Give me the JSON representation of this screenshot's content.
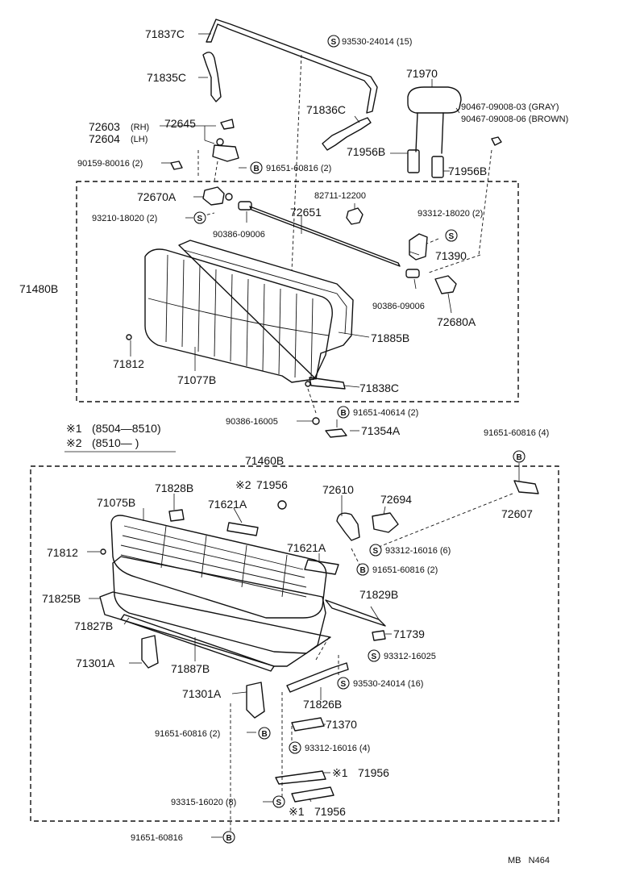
{
  "parts": {
    "p71837C": "71837C",
    "p93530_24014_15": "93530-24014 (15)",
    "p71835C": "71835C",
    "p71970": "71970",
    "p71836C": "71836C",
    "p90467_gray": "90467-09008-03 (GRAY)",
    "p90467_brown": "90467-09008-06 (BROWN)",
    "p72603": "72603",
    "p72603_rh": "(RH)",
    "p72645": "72645",
    "p72604": "72604",
    "p72604_lh": "(LH)",
    "p71956B_a": "71956B",
    "p90159": "90159-80016 (2)",
    "p91651_60816_2a": "91651-60816 (2)",
    "p71956B_b": "71956B",
    "p72670A": "72670A",
    "p82711": "82711-12200",
    "p72651": "72651",
    "p93210": "93210-18020 (2)",
    "p93312_18020": "93312-18020 (2)",
    "p90386_09006a": "90386-09006",
    "p71390": "71390",
    "p71480B": "71480B",
    "p90386_09006b": "90386-09006",
    "p72680A": "72680A",
    "p71885B": "71885B",
    "p71812a": "71812",
    "p71077B": "71077B",
    "p71838C": "71838C",
    "p91651_40614": "91651-40614 (2)",
    "p90386_16005": "90386-16005",
    "p71354A": "71354A",
    "p91651_60816_4": "91651-60816 (4)",
    "p71460B": "71460B",
    "p72607": "72607",
    "p71075B": "71075B",
    "p71828B": "71828B",
    "p71956_x2": "71956",
    "p72610": "72610",
    "p71621A_a": "71621A",
    "p72694": "72694",
    "p71812b": "71812",
    "p71621A_b": "71621A",
    "p93312_16016_6": "93312-16016 (6)",
    "p91651_60816_2b": "91651-60816 (2)",
    "p71825B": "71825B",
    "p71829B": "71829B",
    "p71827B": "71827B",
    "p71739": "71739",
    "p93312_16025": "93312-16025",
    "p71301A_a": "71301A",
    "p71887B": "71887B",
    "p93530_24014_16": "93530-24014 (16)",
    "p71301A_b": "71301A",
    "p71826B": "71826B",
    "p71370": "71370",
    "p91651_60816_2c": "91651-60816 (2)",
    "p93312_16016_4": "93312-16016 (4)",
    "p71956_x1a": "71956",
    "p93315": "93315-16020 (8)",
    "p71956_x1b": "71956",
    "p91651_60816": "91651-60816"
  },
  "legend": {
    "mark1": "※1",
    "range1": "(8504—8510)",
    "mark2": "※2",
    "range2": "(8510—        )"
  },
  "symbols": {
    "screw": "S",
    "bolt": "B"
  },
  "footer": {
    "code": "MB   N464"
  }
}
